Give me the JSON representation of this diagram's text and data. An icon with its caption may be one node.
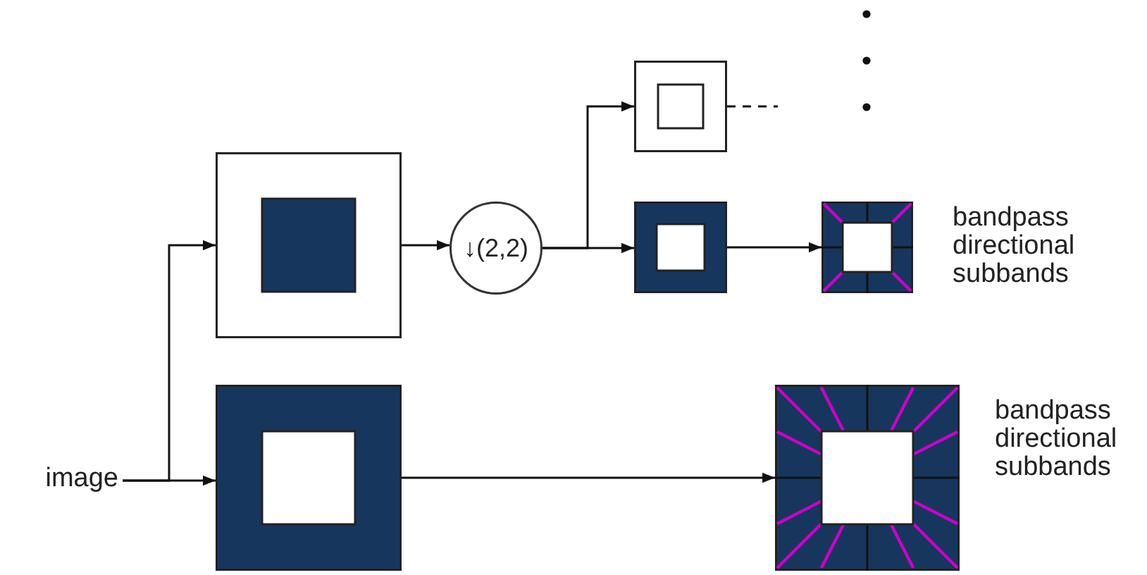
{
  "diagram": {
    "nodes": [
      {
        "text": [
          "image"
        ]
      },
      {
        "text": [],
        "shape": "box"
      },
      {
        "text": [],
        "shape": "box"
      },
      {
        "text": [
          "↓(2,2)"
        ]
      },
      {
        "text": [],
        "shape": "box"
      },
      {
        "text": [],
        "shape": "box"
      },
      {
        "text": [],
        "shape": "box",
        "beside": [
          "bandpass directional subbands"
        ]
      },
      {
        "text": [],
        "shape": "box",
        "beside": [
          "bandpass directional subbands"
        ]
      }
    ],
    "edges": [
      {
        "from": 0,
        "to": 1,
        "arrow": "to"
      },
      {
        "from": 0,
        "to": 2,
        "arrow": "to"
      },
      {
        "from": 1,
        "to": 3,
        "arrow": "to"
      },
      {
        "from": 3,
        "to": 4,
        "arrow": "to"
      },
      {
        "from": 3,
        "to": 5,
        "arrow": "to"
      },
      {
        "from": 5,
        "to": 6,
        "arrow": "to"
      },
      {
        "from": 2,
        "to": 7,
        "arrow": "to"
      },
      {
        "from": 4,
        "to": null,
        "arrow": "none",
        "style": "dashed"
      }
    ]
  }
}
